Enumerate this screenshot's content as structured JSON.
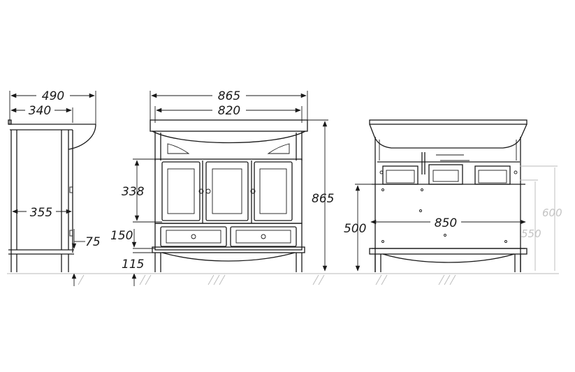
{
  "dimensions": {
    "side_total_width": "490",
    "side_body_width": "340",
    "side_depth": "355",
    "side_base": "75",
    "front_top_width": "865",
    "front_body_width": "820",
    "front_door_height": "338",
    "front_drawer_height": "150",
    "front_plinth": "115",
    "front_total_height": "865",
    "back_width": "850",
    "back_height_500": "500",
    "back_height_550": "550",
    "back_height_600": "600"
  },
  "colors": {
    "line": "#1a1a1a",
    "faint": "#c4c4c4"
  }
}
